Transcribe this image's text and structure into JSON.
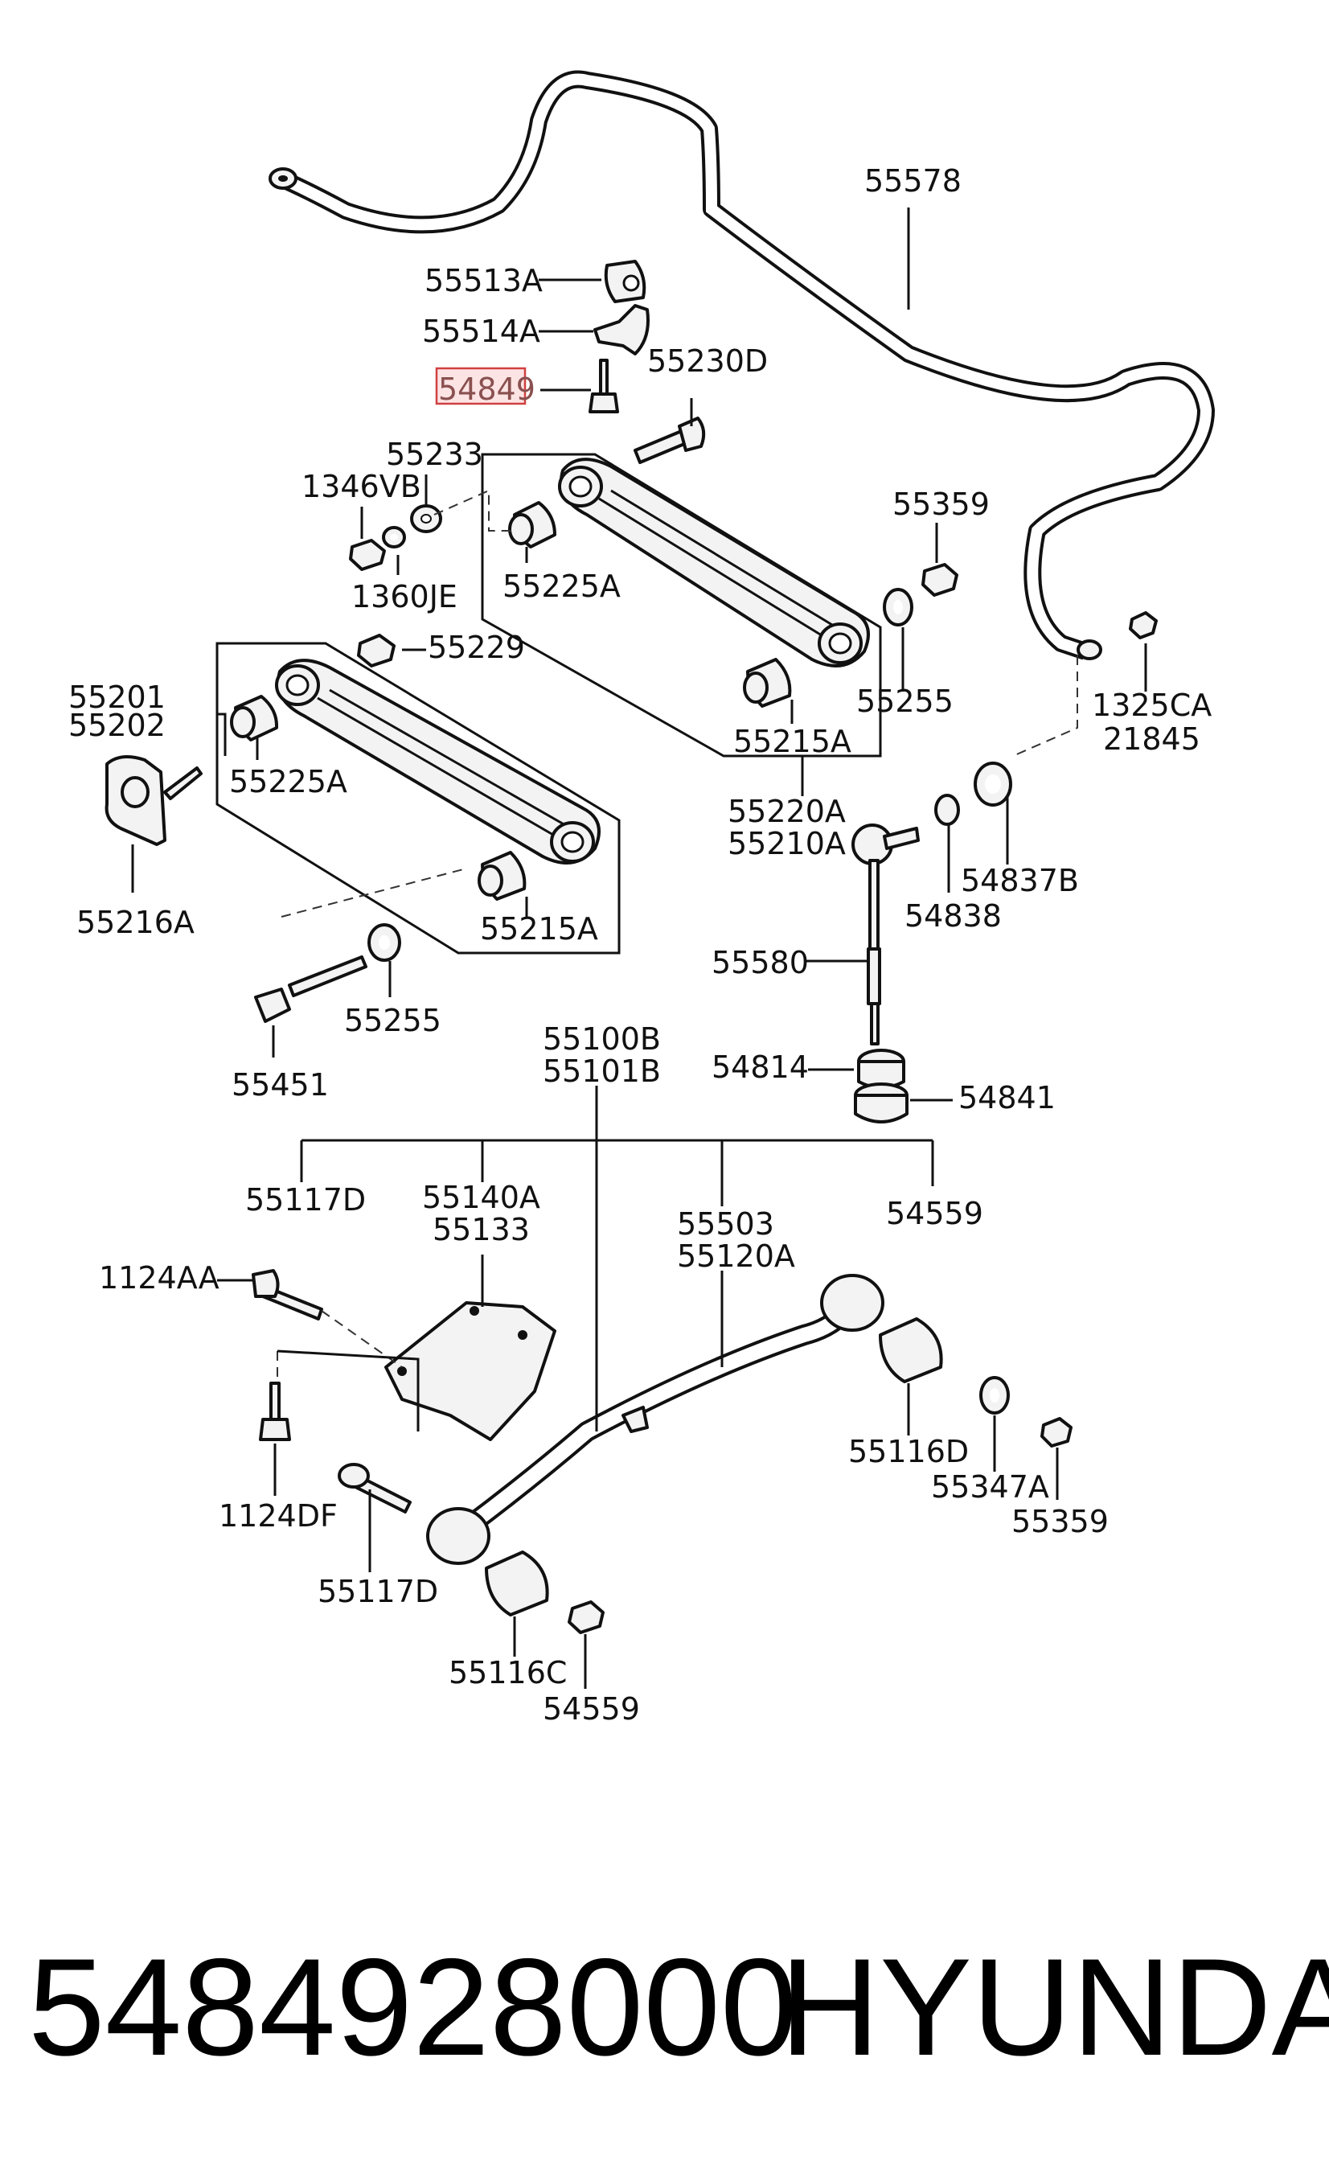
{
  "diagram": {
    "labels": {
      "p55578": "55578",
      "p55513A": "55513A",
      "p55514A": "55514A",
      "p54849": "54849",
      "p55230D": "55230D",
      "p55233": "55233",
      "p1346VB": "1346VB",
      "p1360JE": "1360JE",
      "p55225A_upper": "55225A",
      "p55359_upper": "55359",
      "p55229": "55229",
      "p55255_upper": "55255",
      "p55201": "55201",
      "p55202": "55202",
      "p55225A_lower": "55225A",
      "p55215A_upper": "55215A",
      "p1325CA": "1325CA",
      "p21845": "21845",
      "p55220A": "55220A",
      "p55210A": "55210A",
      "p54837B": "54837B",
      "p55216A": "55216A",
      "p55215A_lower": "55215A",
      "p54838": "54838",
      "p55580": "55580",
      "p55255_lower": "55255",
      "p55451": "55451",
      "p55100B": "55100B",
      "p55101B": "55101B",
      "p54814": "54814",
      "p54841": "54841",
      "p55117D_upper": "55117D",
      "p55140A": "55140A",
      "p55133": "55133",
      "p55503": "55503",
      "p55120A": "55120A",
      "p54559_upper": "54559",
      "p1124AA": "1124AA",
      "p55116D": "55116D",
      "p55347A": "55347A",
      "p55359_lower": "55359",
      "p1124DF": "1124DF",
      "p55117D_lower": "55117D",
      "p55116C": "55116C",
      "p54559_lower": "54559"
    },
    "highlighted_part": "54849"
  },
  "footer": {
    "part_number": "5484928000",
    "brand": "HYUNDAI"
  }
}
